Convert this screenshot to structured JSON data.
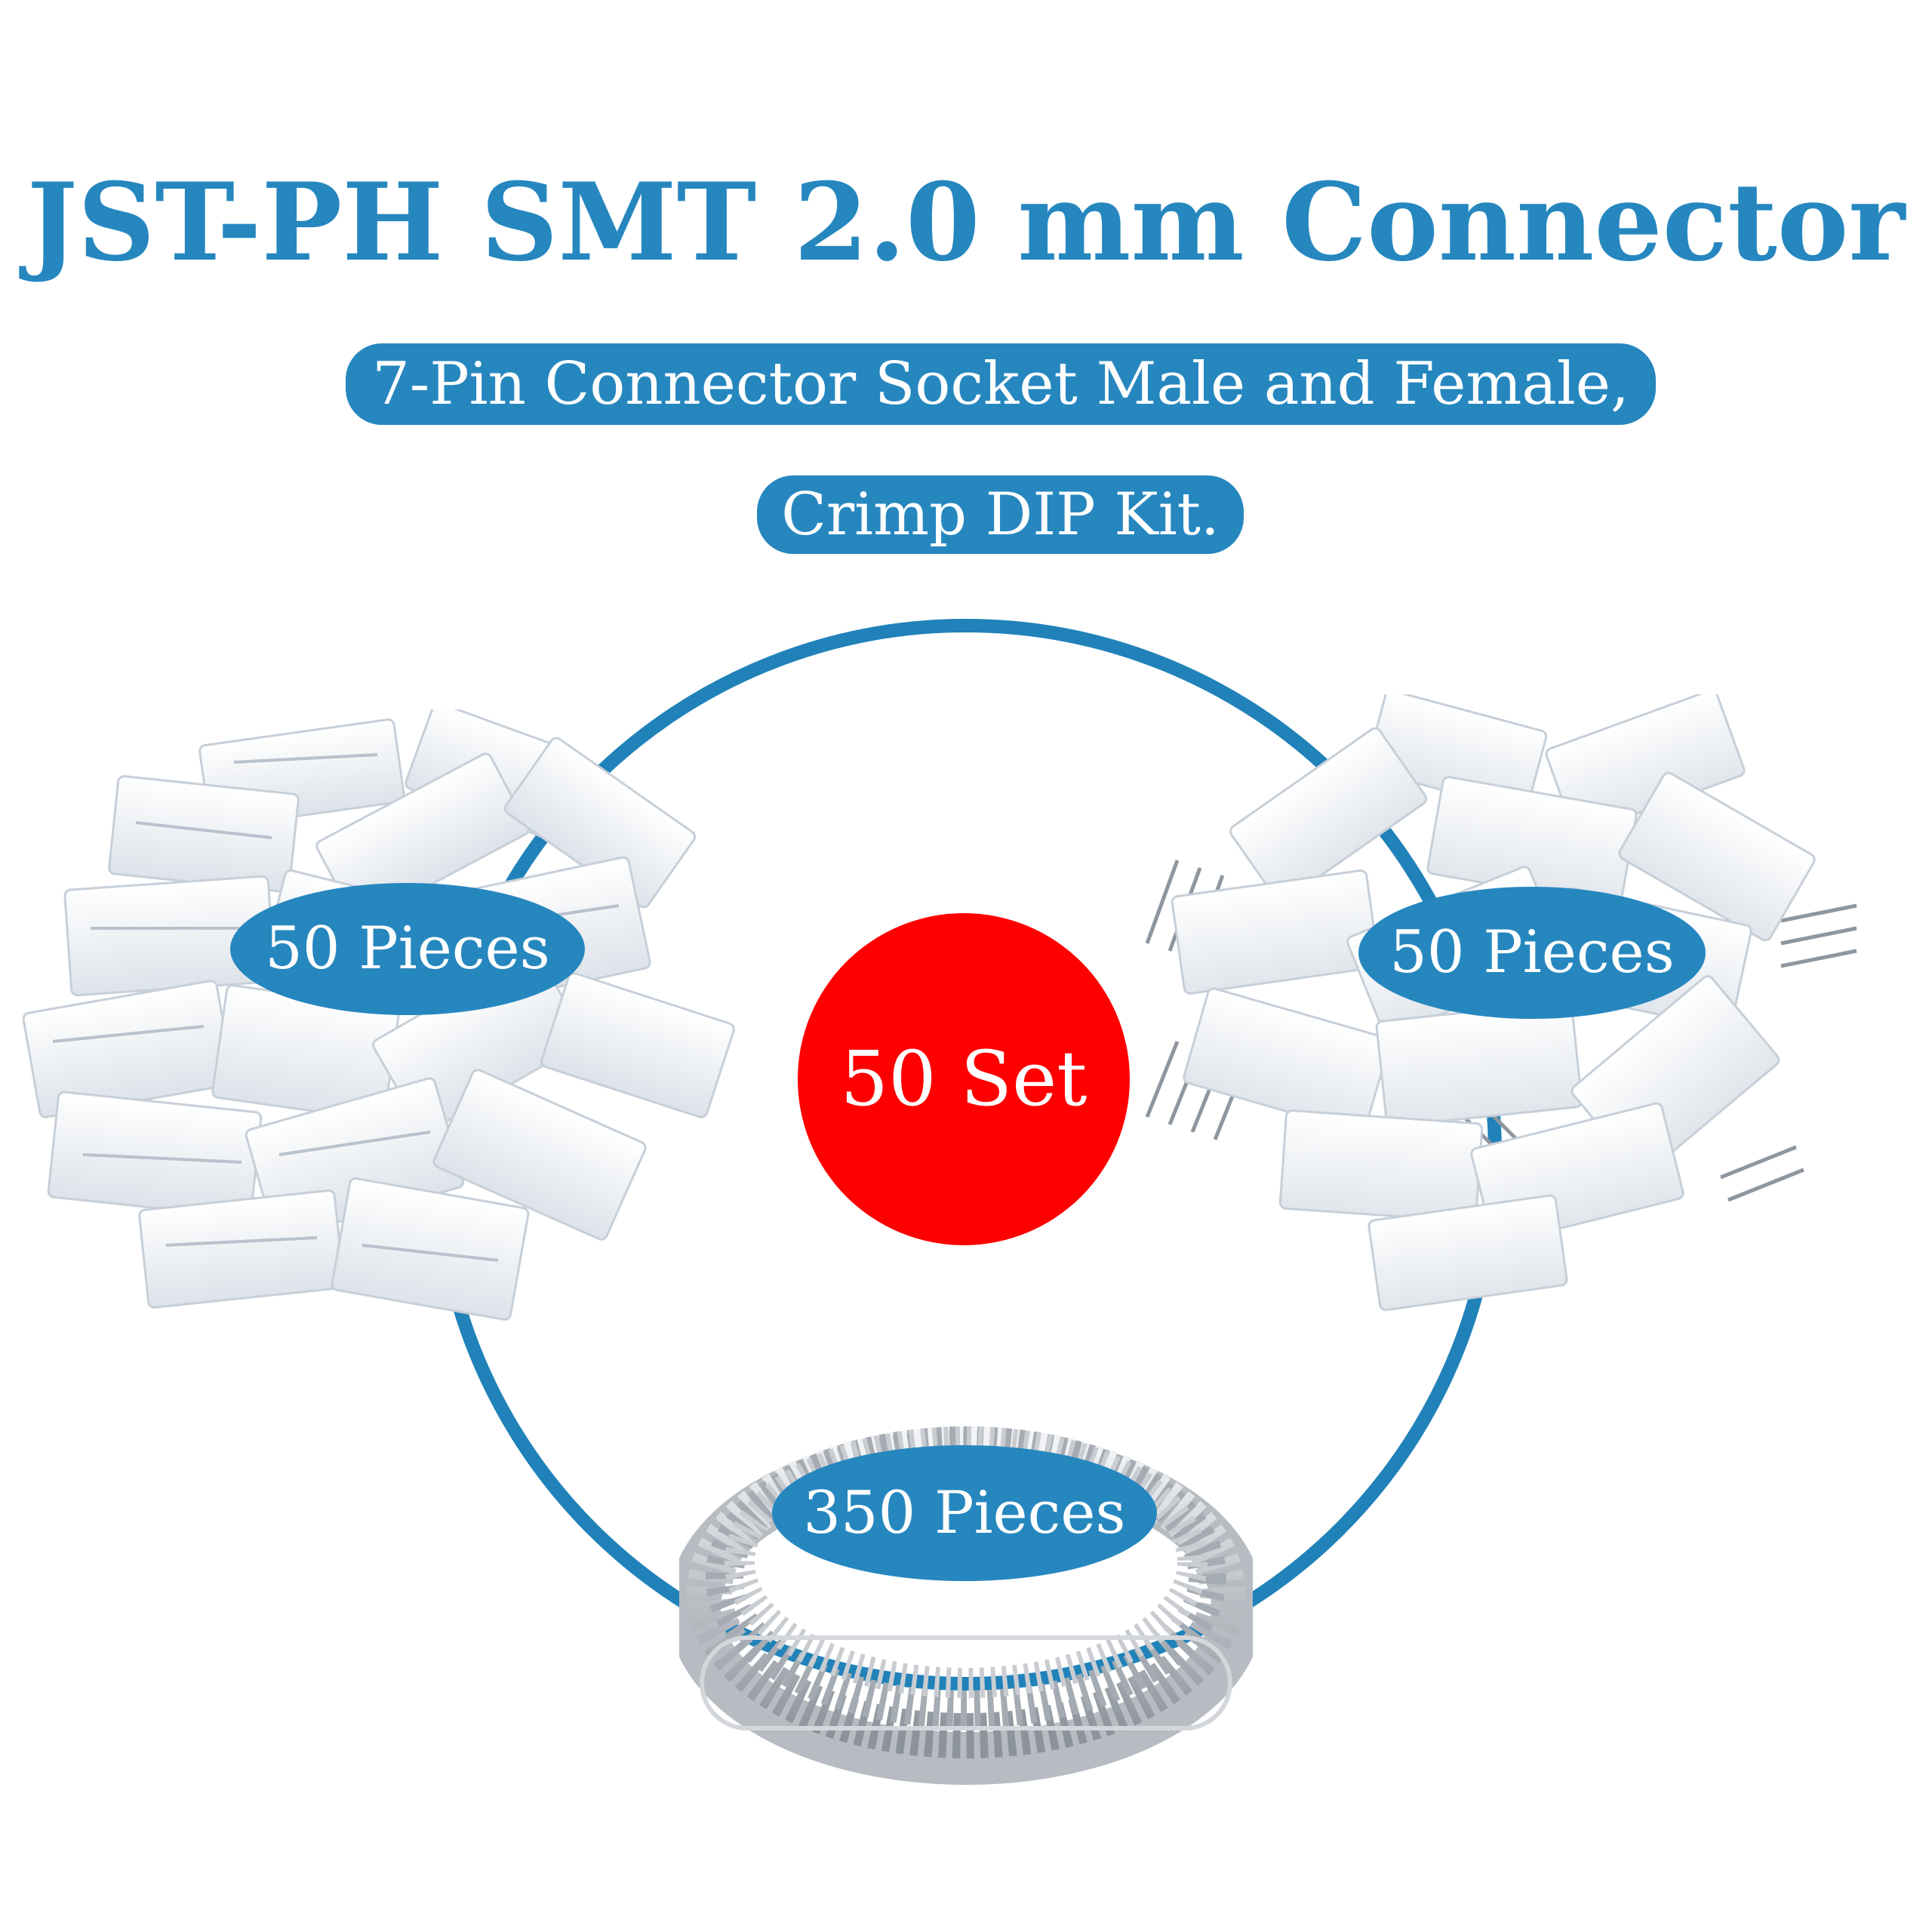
{
  "title": "JST-PH SMT 2.0 mm Connector",
  "subtitle_line1": "7-Pin Connector Socket Male and Female,",
  "subtitle_line2": "Crimp DIP Kit.",
  "center_label": "50 Set",
  "groups": {
    "female_housings": {
      "label": "50 Pieces"
    },
    "male_headers": {
      "label": "50 Pieces"
    },
    "crimp_terminals": {
      "label": "350 Pieces"
    }
  },
  "colors": {
    "accent_blue": "#2687bf",
    "center_red": "#ff0000",
    "text_white": "#ffffff"
  }
}
